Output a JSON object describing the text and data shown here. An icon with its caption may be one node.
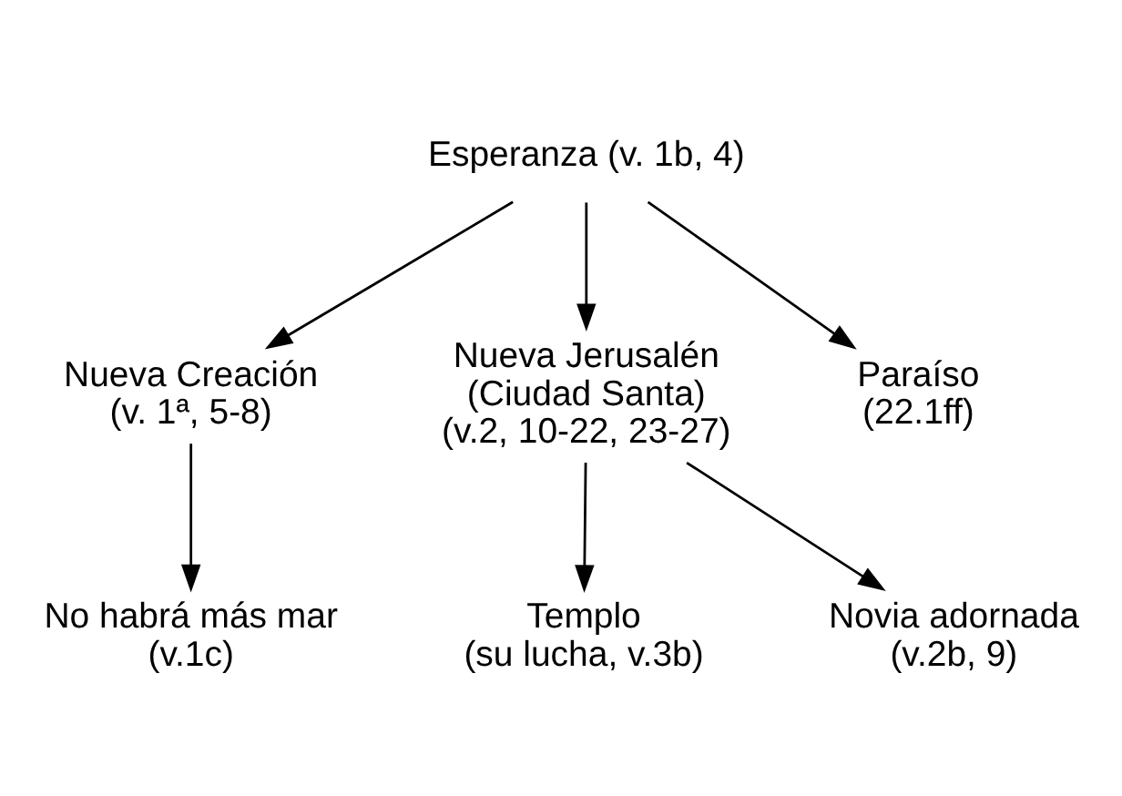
{
  "diagram": {
    "nodes": [
      {
        "text": [
          "Esperanza (v. 1b, 4)"
        ]
      },
      {
        "text": [
          "Nueva Creación",
          "(v. 1ª, 5-8)"
        ]
      },
      {
        "text": [
          "Nueva Jerusalén",
          "(Ciudad Santa)",
          "(v.2, 10-22, 23-27)"
        ]
      },
      {
        "text": [
          "Paraíso",
          "(22.1ff)"
        ]
      },
      {
        "text": [
          "No habrá más mar",
          "(v.1c)"
        ]
      },
      {
        "text": [
          "Templo",
          "(su lucha, v.3b)"
        ]
      },
      {
        "text": [
          "Novia adornada",
          "(v.2b, 9)"
        ]
      }
    ],
    "edges": [
      {
        "from": 0,
        "to": 1,
        "arrow": "to"
      },
      {
        "from": 0,
        "to": 2,
        "arrow": "to"
      },
      {
        "from": 0,
        "to": 3,
        "arrow": "to"
      },
      {
        "from": 1,
        "to": 4,
        "arrow": "to"
      },
      {
        "from": 2,
        "to": 5,
        "arrow": "to"
      },
      {
        "from": 2,
        "to": 6,
        "arrow": "to"
      }
    ]
  }
}
